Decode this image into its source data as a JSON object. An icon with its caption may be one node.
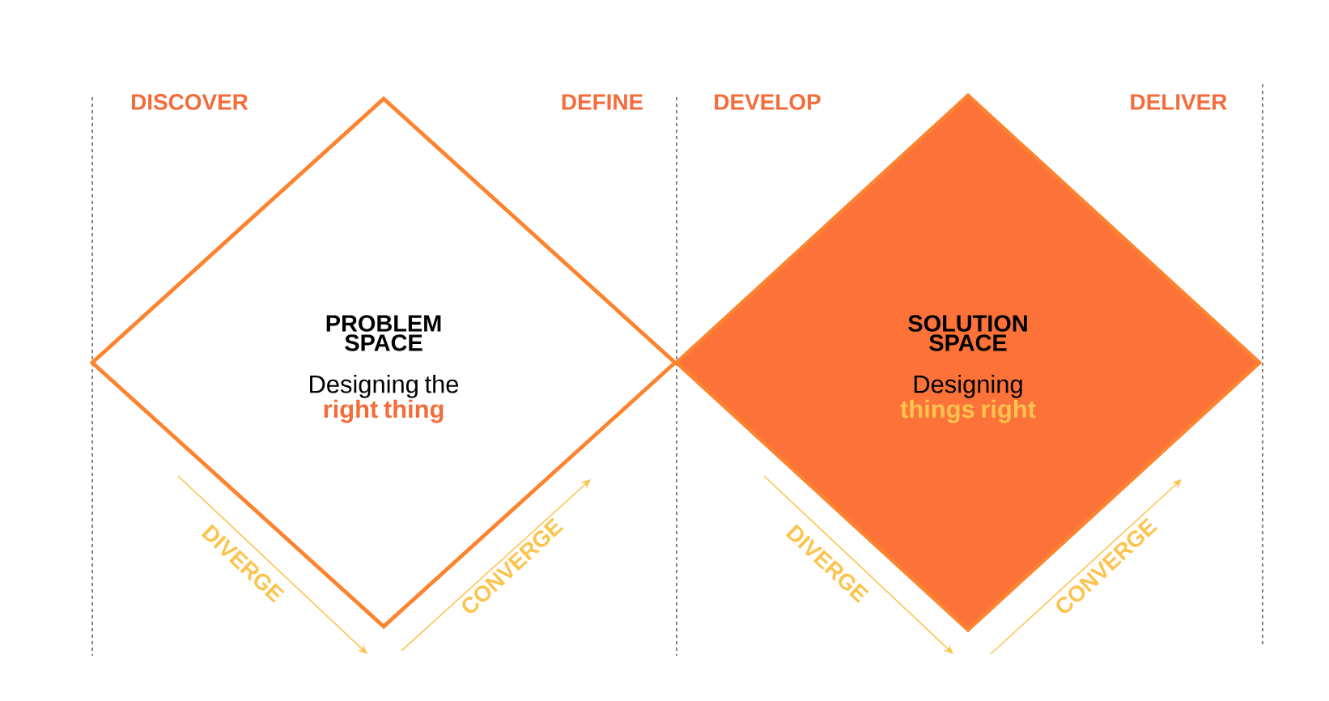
{
  "diagram": {
    "nodes": [
      {
        "text": [
          "PROBLEM SPACE",
          "Designing the **right thing**"
        ]
      },
      {
        "text": [
          "SOLUTION SPACE",
          "Designing **things right**"
        ]
      }
    ],
    "edges": [],
    "labels": [
      "DISCOVER",
      "DEFINE",
      "DEVELOP",
      "DELIVER",
      "DIVERGE",
      "CONVERGE",
      "DIVERGE",
      "CONVERGE"
    ]
  }
}
